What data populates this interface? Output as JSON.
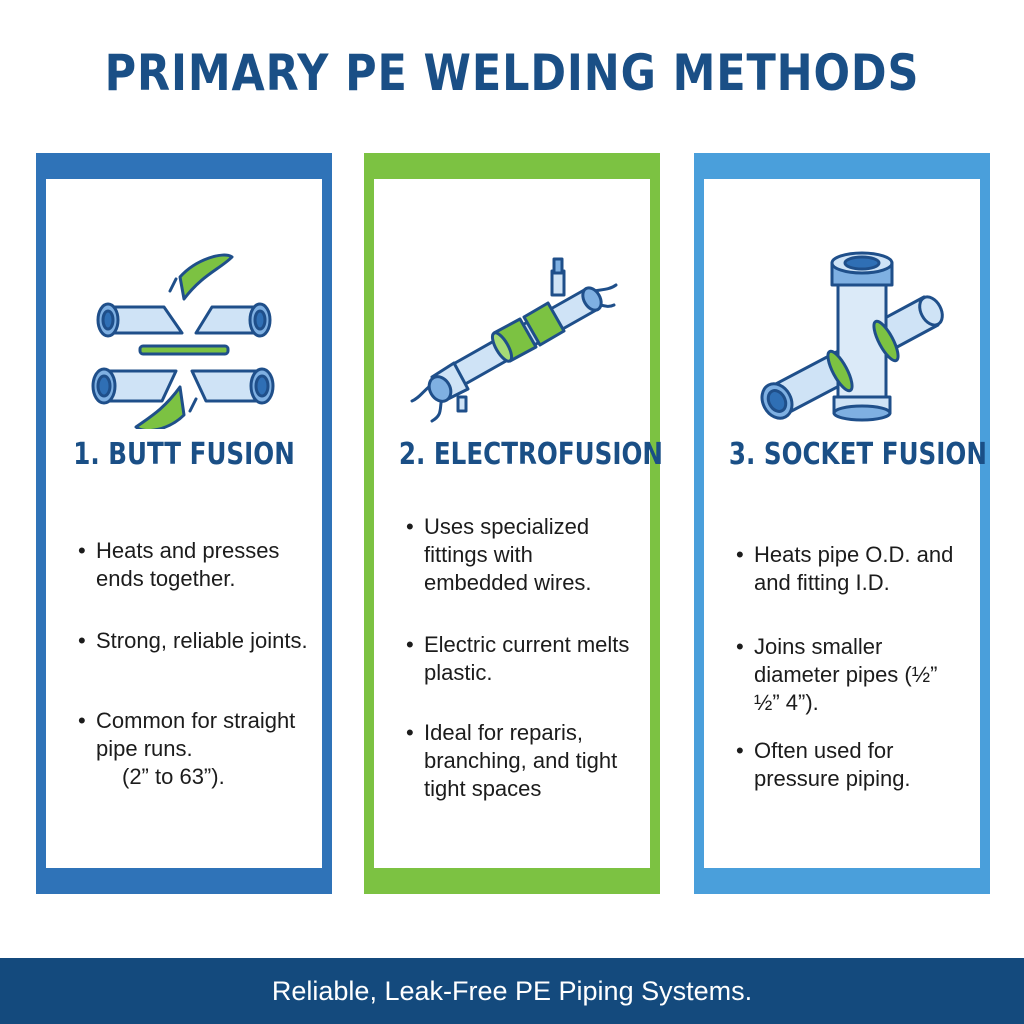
{
  "title": "PRIMARY PE WELDING METHODS",
  "colors": {
    "title": "#1a4f86",
    "panel_1": "#2f73b8",
    "panel_2": "#7cc242",
    "panel_3": "#4a9fdb",
    "footer": "#144a7d"
  },
  "panels": [
    {
      "heading": "1. BUTT FUSION",
      "icon": "butt-fusion-pipes-icon",
      "bullets": [
        {
          "l1": "Heats and presses",
          "l2": "ends together.",
          "l3": ""
        },
        {
          "l1": "Strong, reliable joints.",
          "l2": "",
          "l3": ""
        },
        {
          "l1": "Common for straight",
          "l2": "pipe runs.",
          "l3": "(2” to 63”)."
        }
      ]
    },
    {
      "heading": "2. ELECTROFUSION",
      "icon": "electrofusion-fitting-icon",
      "bullets": [
        {
          "l1": "Uses specialized",
          "l2": "fittings with",
          "l3": "embedded wires."
        },
        {
          "l1": "Electric current melts",
          "l2": "plastic.",
          "l3": ""
        },
        {
          "l1": "Ideal for reparis,",
          "l2": "branching, and tight",
          "l3": "tight spaces"
        }
      ]
    },
    {
      "heading": "3. SOCKET FUSION",
      "icon": "socket-tee-fitting-icon",
      "bullets": [
        {
          "l1": "Heats pipe O.D. and",
          "l2": "and fitting I.D.",
          "l3": ""
        },
        {
          "l1": "Joins smaller",
          "l2": "diameter pipes (½”",
          "l3": "½” 4”)."
        },
        {
          "l1": "Often used for",
          "l2": "pressure piping.",
          "l3": ""
        }
      ]
    }
  ],
  "footer": "Reliable, Leak-Free PE Piping Systems."
}
